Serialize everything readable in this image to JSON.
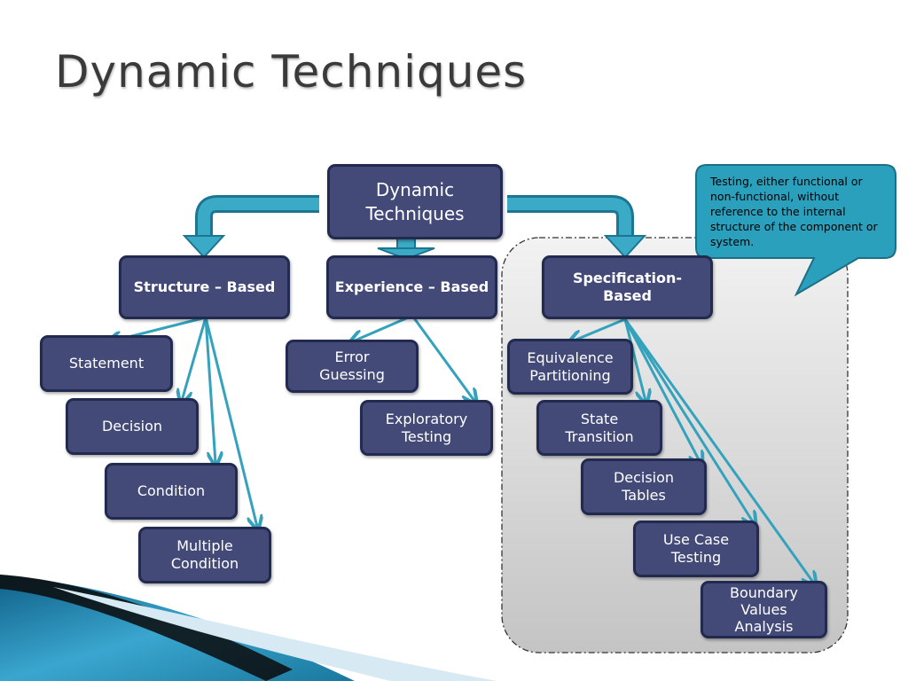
{
  "slide": {
    "title": "Dynamic Techniques"
  },
  "colors": {
    "node_fill": "#434a78",
    "node_border": "#232a4f",
    "arrow": "#34a2bd",
    "callout_fill": "#2aa0bd",
    "panel_fill": "#d4d4d4"
  },
  "diagram": {
    "root": {
      "label": "Dynamic\nTechniques"
    },
    "categories": [
      {
        "id": "structure",
        "label": "Structure – Based",
        "children": [
          "Statement",
          "Decision",
          "Condition",
          "Multiple\nCondition"
        ]
      },
      {
        "id": "experience",
        "label": "Experience – Based",
        "children": [
          "Error\nGuessing",
          "Exploratory\nTesting"
        ]
      },
      {
        "id": "specification",
        "label": "Specification-\nBased",
        "children": [
          "Equivalence\nPartitioning",
          "State\nTransition",
          "Decision\nTables",
          "Use Case\nTesting",
          "Boundary\nValues\nAnalysis"
        ]
      }
    ],
    "callout": {
      "text": "Testing, either functional or non-functional, without reference to the internal structure of the component or system."
    }
  }
}
